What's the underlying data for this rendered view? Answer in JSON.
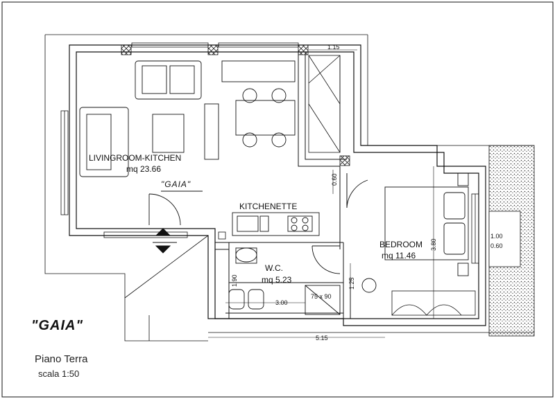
{
  "plan": {
    "name_tag": "\"GAIA\"",
    "title": "\"GAIA\"",
    "floor": "Piano Terra",
    "scale": "scala 1:50",
    "rooms": {
      "living": {
        "name": "LIVINGROOM-KITCHEN",
        "area": "mq 23.66"
      },
      "kitchenette": {
        "name": "KITCHENETTE"
      },
      "bedroom": {
        "name": "BEDROOM",
        "area": "mq 11.46"
      },
      "wc": {
        "name": "W.C.",
        "area": "mq 5.23"
      }
    },
    "dimensions": {
      "d_top": "1.15",
      "d_door": "0.60",
      "d_bed_height": "3.80",
      "d_win_w": "1.00",
      "d_win_h": "0.60",
      "d_wc_h": "1.90",
      "d_wc_h2": "1.25",
      "d_wc_w": "3.00",
      "d_shower": "75 x 90",
      "d_bottom": "5.15"
    }
  },
  "colors": {
    "line": "#111111",
    "background": "#ffffff"
  }
}
